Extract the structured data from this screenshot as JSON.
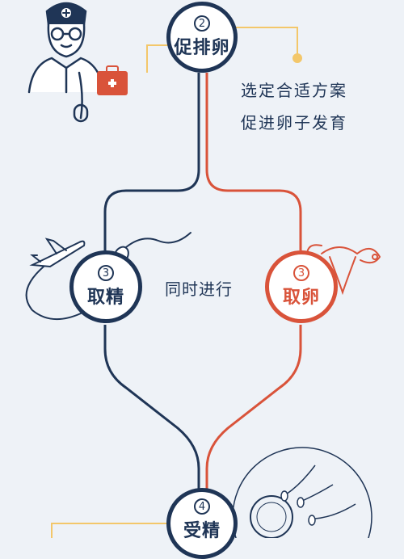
{
  "colors": {
    "navy": "#1f3556",
    "red": "#d9533a",
    "accent": "#f3c76a",
    "bg": "#eef2f7"
  },
  "steps": {
    "ovulation": {
      "number": "2",
      "label": "促排卵"
    },
    "sperm": {
      "number": "3",
      "label": "取精"
    },
    "egg": {
      "number": "3",
      "label": "取卵"
    },
    "fertilization": {
      "number": "4",
      "label": "受精"
    }
  },
  "notes": {
    "line1": "选定合适方案",
    "line2": "促进卵子发育",
    "concurrent": "同时进行"
  },
  "icons": [
    "doctor-icon",
    "first-aid-kit-icon",
    "airplane-icon",
    "sperm-icon",
    "uterus-icon",
    "petri-dish-icon"
  ]
}
